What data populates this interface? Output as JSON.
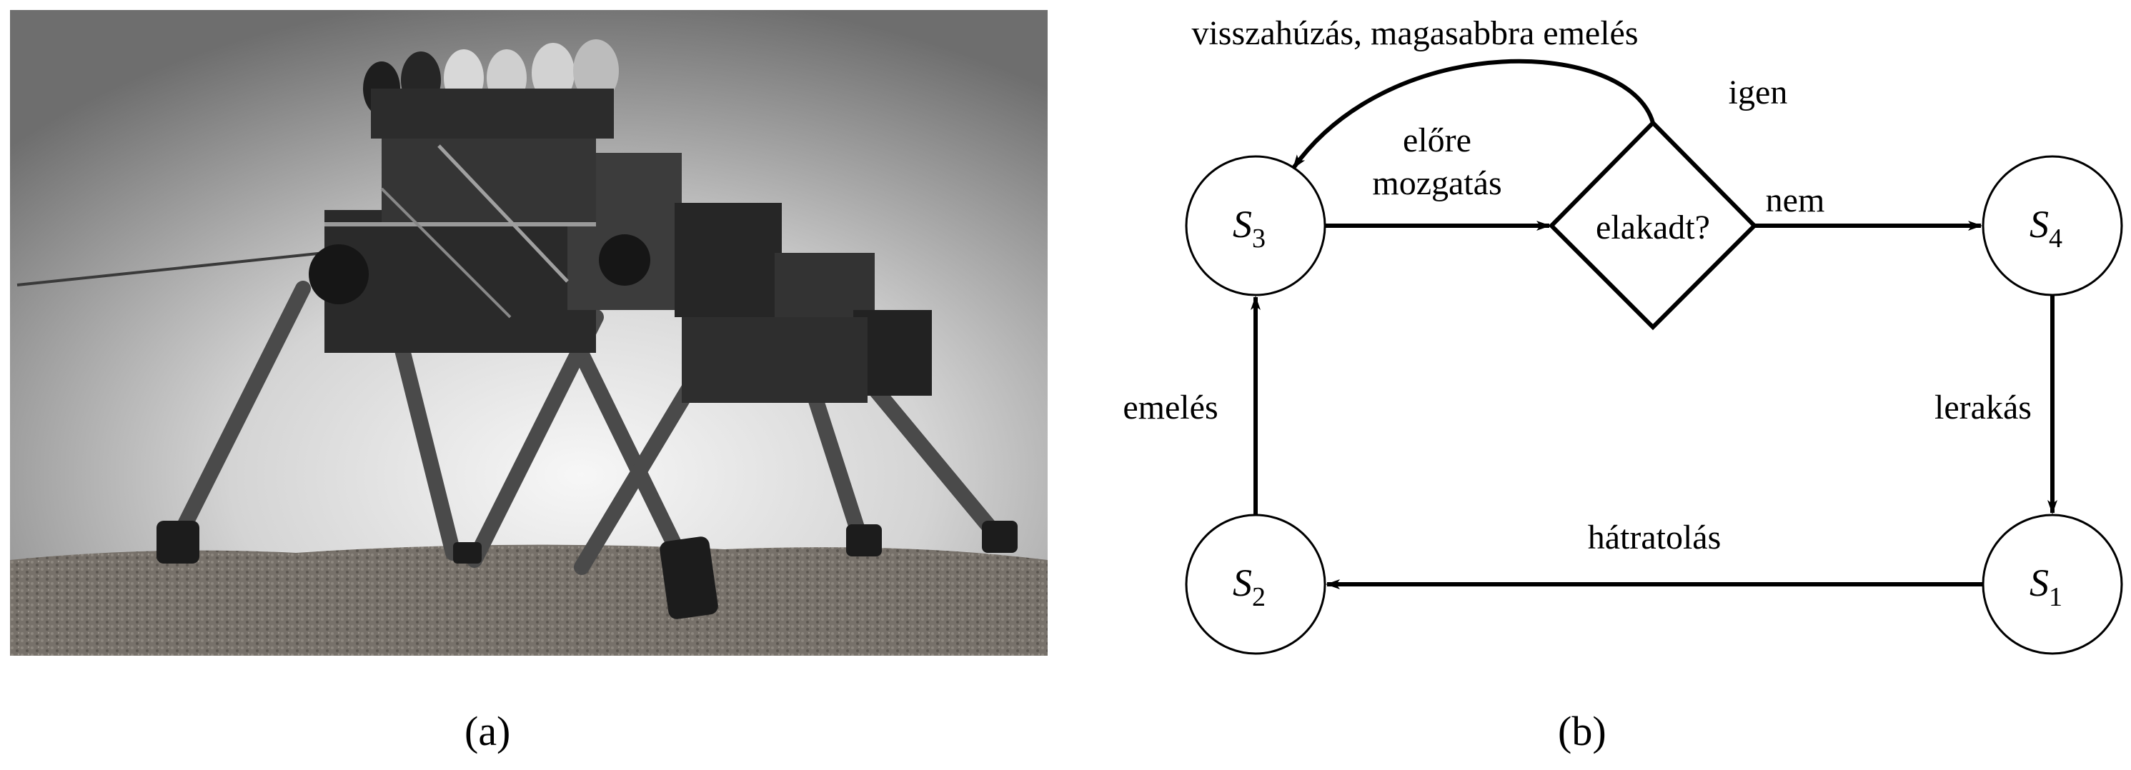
{
  "captions": {
    "a": "(a)",
    "b": "(b)"
  },
  "diagram": {
    "states": {
      "s3": {
        "base": "S",
        "sub": "3"
      },
      "s4": {
        "base": "S",
        "sub": "4"
      },
      "s2": {
        "base": "S",
        "sub": "2"
      },
      "s1": {
        "base": "S",
        "sub": "1"
      }
    },
    "decision": "elakadt?",
    "edges": {
      "loop_top": "visszahúzás, magasabbra emelés",
      "yes": "igen",
      "no": "nem",
      "forward_line1": "előre",
      "forward_line2": "mozgatás",
      "lift": "emelés",
      "put_down": "lerakás",
      "push_back": "hátratolás"
    }
  },
  "colors": {
    "ink": "#000000",
    "ground": "#6f6a64",
    "sky_light": "#efefef",
    "sky_dark": "#7a7a7a"
  }
}
